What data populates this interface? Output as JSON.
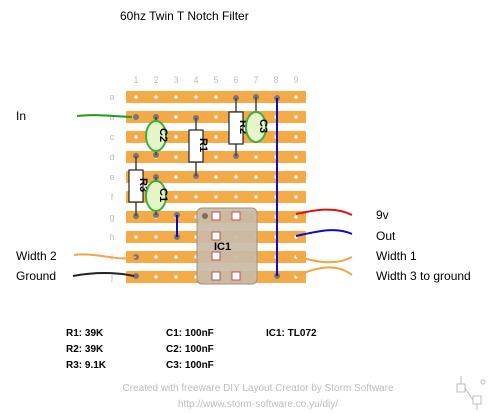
{
  "title": "60hz Twin T Notch Filter",
  "columns": [
    "1",
    "2",
    "3",
    "4",
    "5",
    "6",
    "7",
    "8",
    "9"
  ],
  "rows": [
    "a",
    "b",
    "c",
    "d",
    "e",
    "f",
    "g",
    "h",
    "i",
    "j"
  ],
  "colors": {
    "strip": "#f4aa47",
    "background": "#ffffff",
    "cap_fill": "#e7f6c8",
    "cap_stroke": "#3fae3f",
    "wire_blue": "#0c0cc8",
    "wire_red": "#dd1111",
    "wire_green": "#1f9b1f",
    "wire_orange": "#f3a445",
    "wire_black": "#222222",
    "ic_fill": "#c9bba8"
  },
  "components": {
    "r1": "R1",
    "r2": "R2",
    "r3": "R3",
    "c1": "C1",
    "c2": "C2",
    "c3": "C3",
    "ic1": "IC1"
  },
  "labels": {
    "in": "In",
    "nine_v": "9v",
    "out": "Out",
    "width2": "Width 2",
    "ground": "Ground",
    "width1": "Width 1",
    "width3": "Width 3 to ground"
  },
  "bom": {
    "r1": "R1: 39K",
    "r2": "R2: 39K",
    "r3": "R3: 9.1K",
    "c1": "C1: 100nF",
    "c2": "C2: 100nF",
    "c3": "C3: 100nF",
    "ic1": "IC1: TL072"
  },
  "footer": {
    "line1": "Created with freeware DIY Layout Creator by Storm Software",
    "line2": "http://www.storm-software.co.yu/diy/"
  },
  "icons": {
    "logo": "diy-logo-icon"
  }
}
